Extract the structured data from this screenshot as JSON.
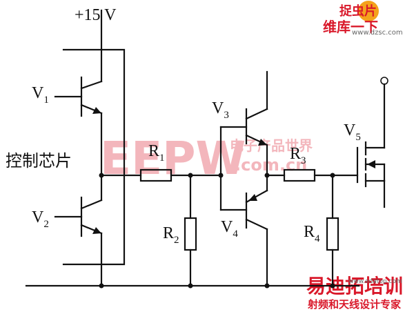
{
  "supply_label": "+15 V",
  "chip_label": "控制芯片",
  "components": {
    "v1": {
      "letter": "V",
      "sub": "1"
    },
    "v2": {
      "letter": "V",
      "sub": "2"
    },
    "v3": {
      "letter": "V",
      "sub": "3"
    },
    "v4": {
      "letter": "V",
      "sub": "4"
    },
    "v5": {
      "letter": "V",
      "sub": "5"
    },
    "r1": {
      "letter": "R",
      "sub": "1"
    },
    "r2": {
      "letter": "R",
      "sub": "2"
    },
    "r3": {
      "letter": "R",
      "sub": "3"
    },
    "r4": {
      "letter": "R",
      "sub": "4"
    }
  },
  "watermarks": {
    "top_right_line1": "捉虫片",
    "top_right_line2": "维库一下",
    "top_right_url": "www.dzsc.com",
    "center_big": "EEPW",
    "center_cn": "电子产品世界",
    "center_url": ".com.cn",
    "bottom_right_big": "易迪拓培训",
    "bottom_right_small": "射频和天线设计专家",
    "bottom_right_url": "www.edatop.com"
  },
  "colors": {
    "ink": "#111111",
    "watermark_red": "#d9182a",
    "watermark_pink": "#f3b6bc"
  }
}
